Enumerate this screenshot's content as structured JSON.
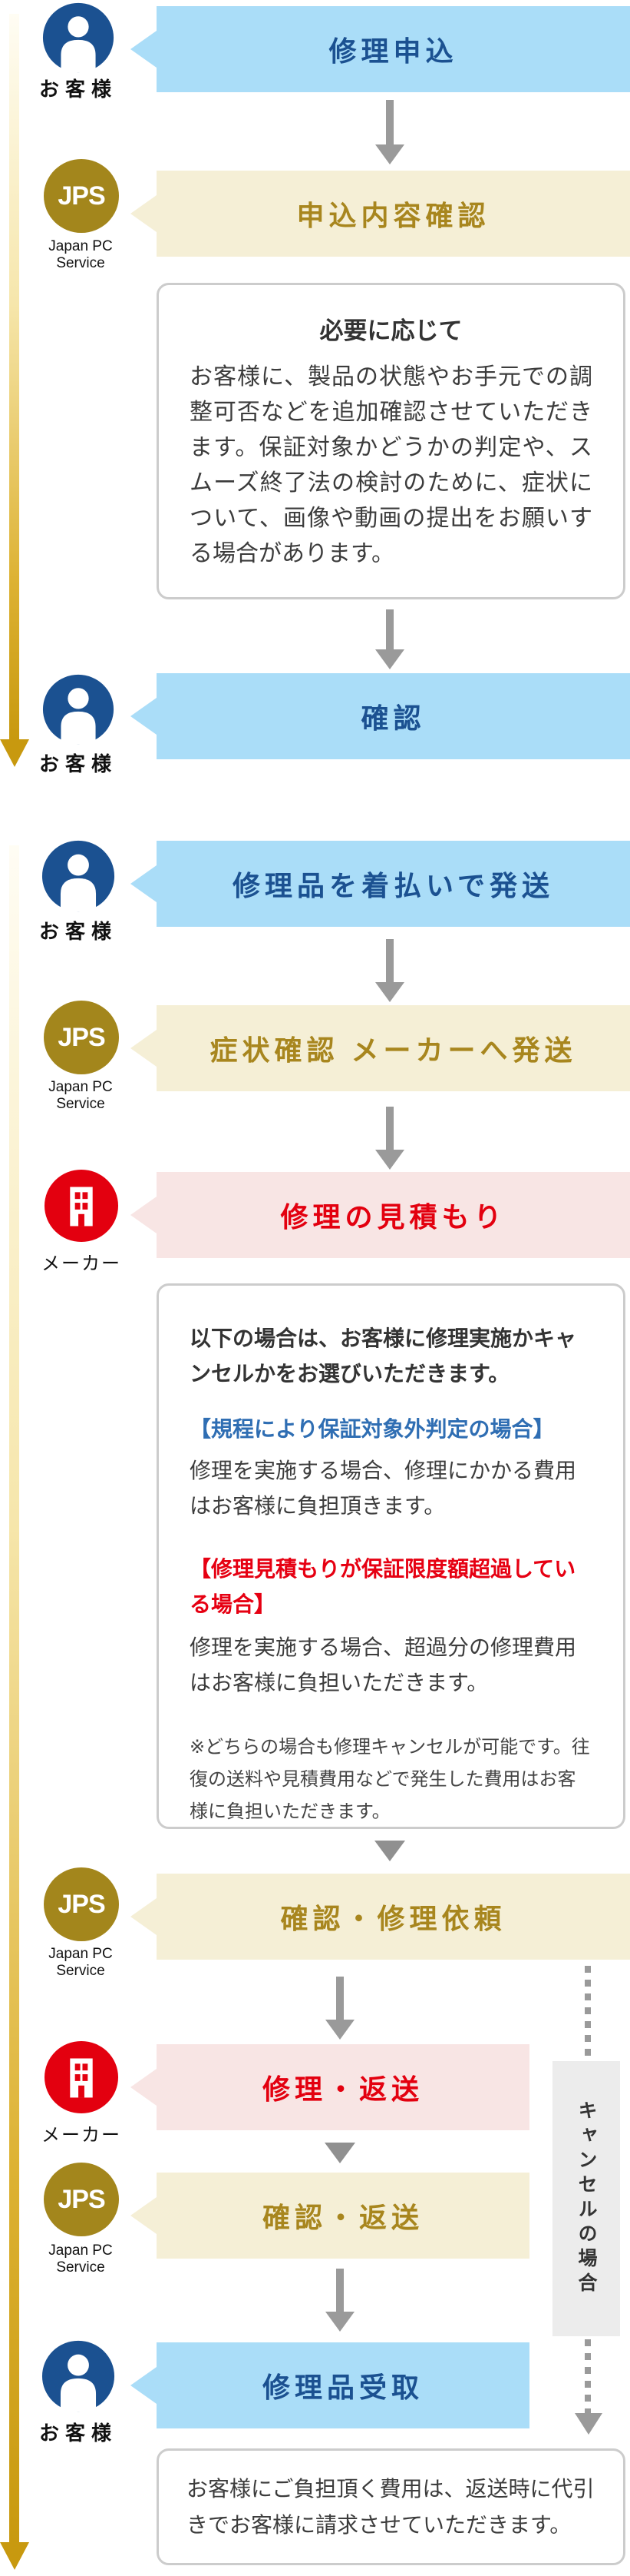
{
  "actors": {
    "customer": {
      "label": "お客様",
      "icon": "person-icon",
      "color": "#1b5191"
    },
    "jps": {
      "badge": "JPS",
      "label_line1": "Japan PC",
      "label_line2": "Service",
      "icon": "jps-badge-icon",
      "color": "#a3861c"
    },
    "maker": {
      "label": "メーカー",
      "icon": "building-icon",
      "color": "#e3000f"
    }
  },
  "steps": [
    {
      "actor": "customer",
      "title": "修理申込",
      "style": "blue"
    },
    {
      "actor": "jps",
      "title": "申込内容確認",
      "style": "beige"
    },
    {
      "actor": "customer",
      "title": "確認",
      "style": "blue"
    },
    {
      "actor": "customer",
      "title": "修理品を着払いで発送",
      "style": "blue"
    },
    {
      "actor": "jps",
      "title": "症状確認 メーカーへ発送",
      "style": "beige"
    },
    {
      "actor": "maker",
      "title": "修理の見積もり",
      "style": "pink"
    },
    {
      "actor": "jps",
      "title": "確認・修理依頼",
      "style": "beige"
    },
    {
      "actor": "maker",
      "title": "修理・返送",
      "style": "pink"
    },
    {
      "actor": "jps",
      "title": "確認・返送",
      "style": "beige"
    },
    {
      "actor": "customer",
      "title": "修理品受取",
      "style": "blue"
    }
  ],
  "notes": {
    "as_needed": {
      "heading": "必要に応じて",
      "body": "お客様に、製品の状態やお手元での調整可否などを追加確認させていただきます。保証対象かどうかの判定や、スムーズ終了法の検討のために、症状について、画像や動画の提出をお願いする場合があります。"
    },
    "estimate": {
      "lead": "以下の場合は、お客様に修理実施かキャンセルかをお選びいただきます。",
      "case1_heading": "【規程により保証対象外判定の場合】",
      "case1_body": "修理を実施する場合、修理にかかる費用はお客様に負担頂きます。",
      "case2_heading": "【修理見積もりが保証限度額超過している場合】",
      "case2_body": "修理を実施する場合、超過分の修理費用はお客様に負担いただきます。",
      "footnote": "※どちらの場合も修理キャンセルが可能です。往復の送料や見積費用などで発生した費用はお客様に負担いただきます。"
    },
    "payment": "お客様にご負担頂く費用は、返送時に代引きでお客様に請求させていただきます。"
  },
  "cancel_label": "キャンセルの場合",
  "palette": {
    "bubble_blue_bg": "#aaddf8",
    "bubble_blue_text": "#1b5191",
    "bubble_beige_bg": "#f5efd6",
    "bubble_beige_text": "#a8861e",
    "bubble_pink_bg": "#f8e5e4",
    "bubble_pink_text": "#e3000f",
    "arrow_gray": "#9a9a9a",
    "gold_dark": "#c8990f",
    "gold_light": "#fffdf4",
    "note_border": "#cccccc",
    "heading_blue": "#2f6eb3",
    "heading_red": "#e60012",
    "cancel_box_bg": "#ececec",
    "cancel_box_text": "#333333"
  }
}
